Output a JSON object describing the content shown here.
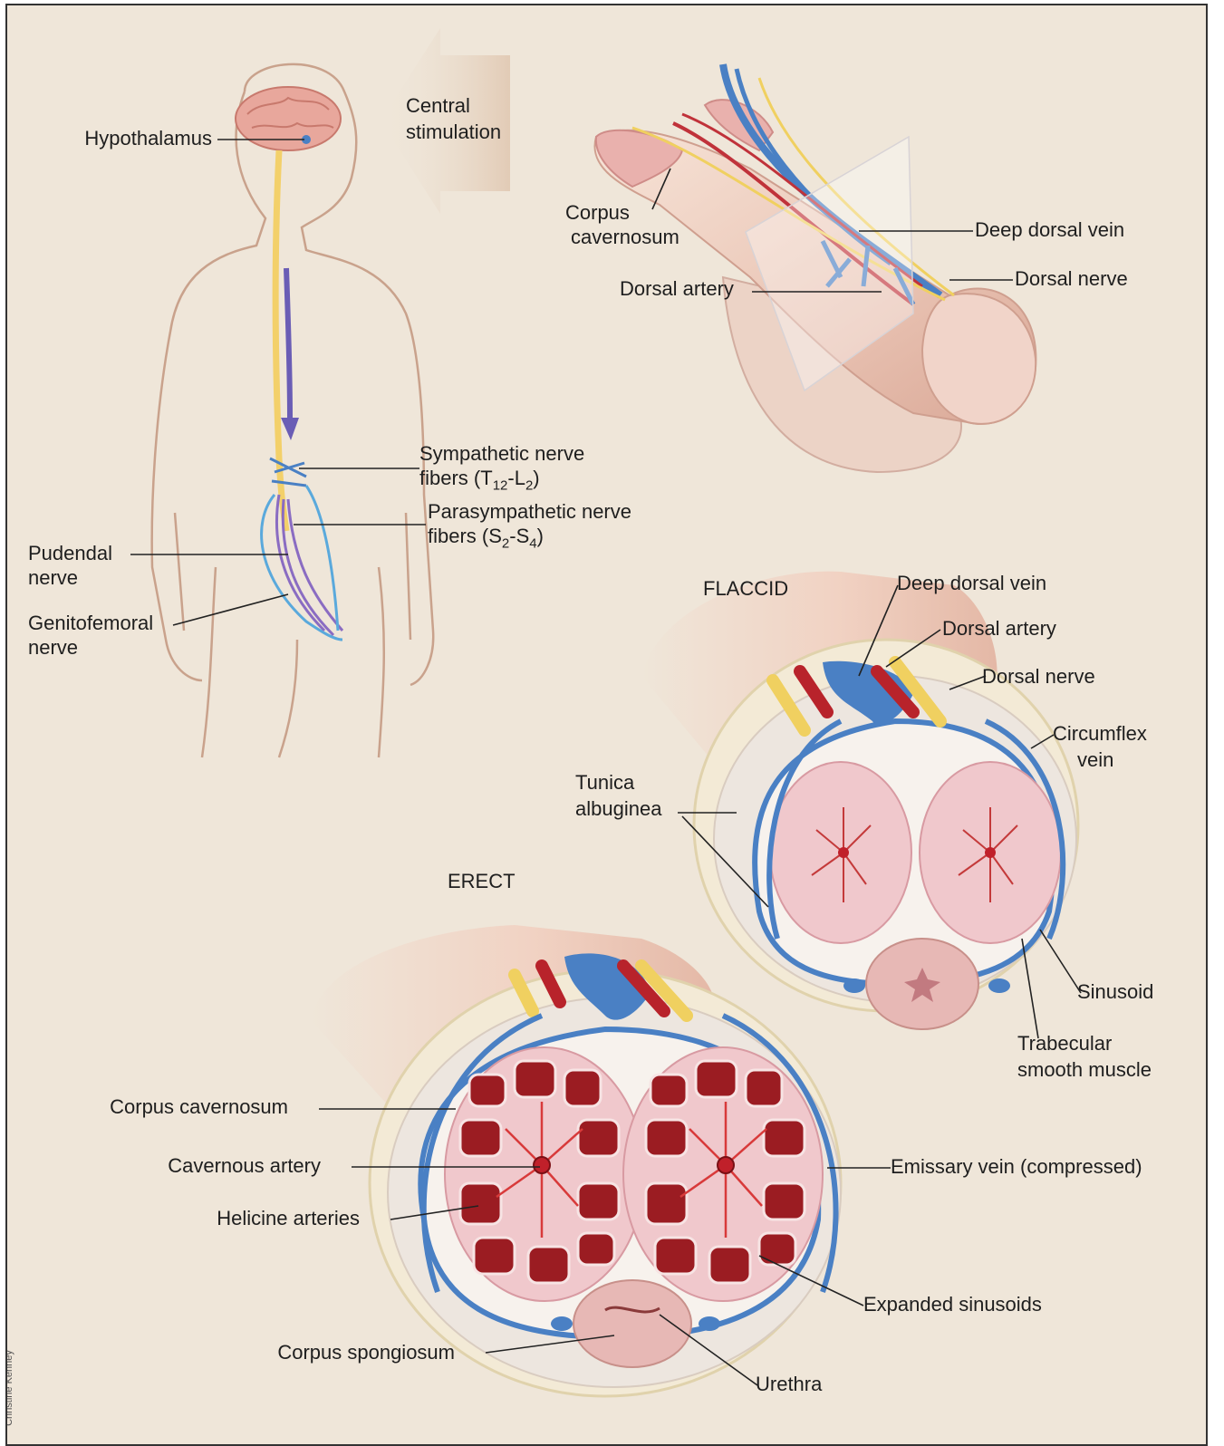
{
  "labels": {
    "hypothalamus": "Hypothalamus",
    "central_stimulation_1": "Central",
    "central_stimulation_2": "stimulation",
    "corpus_cavernosum_top_1": "Corpus",
    "corpus_cavernosum_top_2": "cavernosum",
    "deep_dorsal_vein_top": "Deep dorsal vein",
    "dorsal_nerve_top": "Dorsal nerve",
    "dorsal_artery_top": "Dorsal artery",
    "sympathetic_1": "Sympathetic nerve",
    "sympathetic_2_pre": "fibers (T",
    "sympathetic_2_sub1": "12",
    "sympathetic_2_mid": "-L",
    "sympathetic_2_sub2": "2",
    "sympathetic_2_post": ")",
    "parasympathetic_1": "Parasympathetic nerve",
    "parasympathetic_2_pre": "fibers (S",
    "parasympathetic_2_sub1": "2",
    "parasympathetic_2_mid": "-S",
    "parasympathetic_2_sub2": "4",
    "parasympathetic_2_post": ")",
    "pudendal_1": "Pudendal",
    "pudendal_2": "nerve",
    "genitofemoral_1": "Genitofemoral",
    "genitofemoral_2": "nerve",
    "flaccid": "FLACCID",
    "deep_dorsal_vein_mid": "Deep dorsal vein",
    "dorsal_artery_mid": "Dorsal artery",
    "dorsal_nerve_mid": "Dorsal nerve",
    "circumflex_1": "Circumflex",
    "circumflex_2": "vein",
    "tunica_1": "Tunica",
    "tunica_2": "albuginea",
    "erect": "ERECT",
    "sinusoid": "Sinusoid",
    "trabecular_1": "Trabecular",
    "trabecular_2": "smooth muscle",
    "corpus_cavernosum_bottom": "Corpus cavernosum",
    "cavernous_artery": "Cavernous artery",
    "helicine_arteries": "Helicine arteries",
    "emissary_vein": "Emissary vein (compressed)",
    "expanded_sinusoids": "Expanded sinusoids",
    "corpus_spongiosum": "Corpus spongiosum",
    "urethra": "Urethra"
  },
  "credit": "Christine Kenney",
  "colors": {
    "background": "#efe6d9",
    "vein_blue": "#4a80c4",
    "artery_red": "#b8232b",
    "nerve_yellow": "#f0d060",
    "erectile_tissue": "#f2c9cc",
    "sinus_blood": "#9b1c22",
    "descending_arrow": "#6a5db5"
  }
}
